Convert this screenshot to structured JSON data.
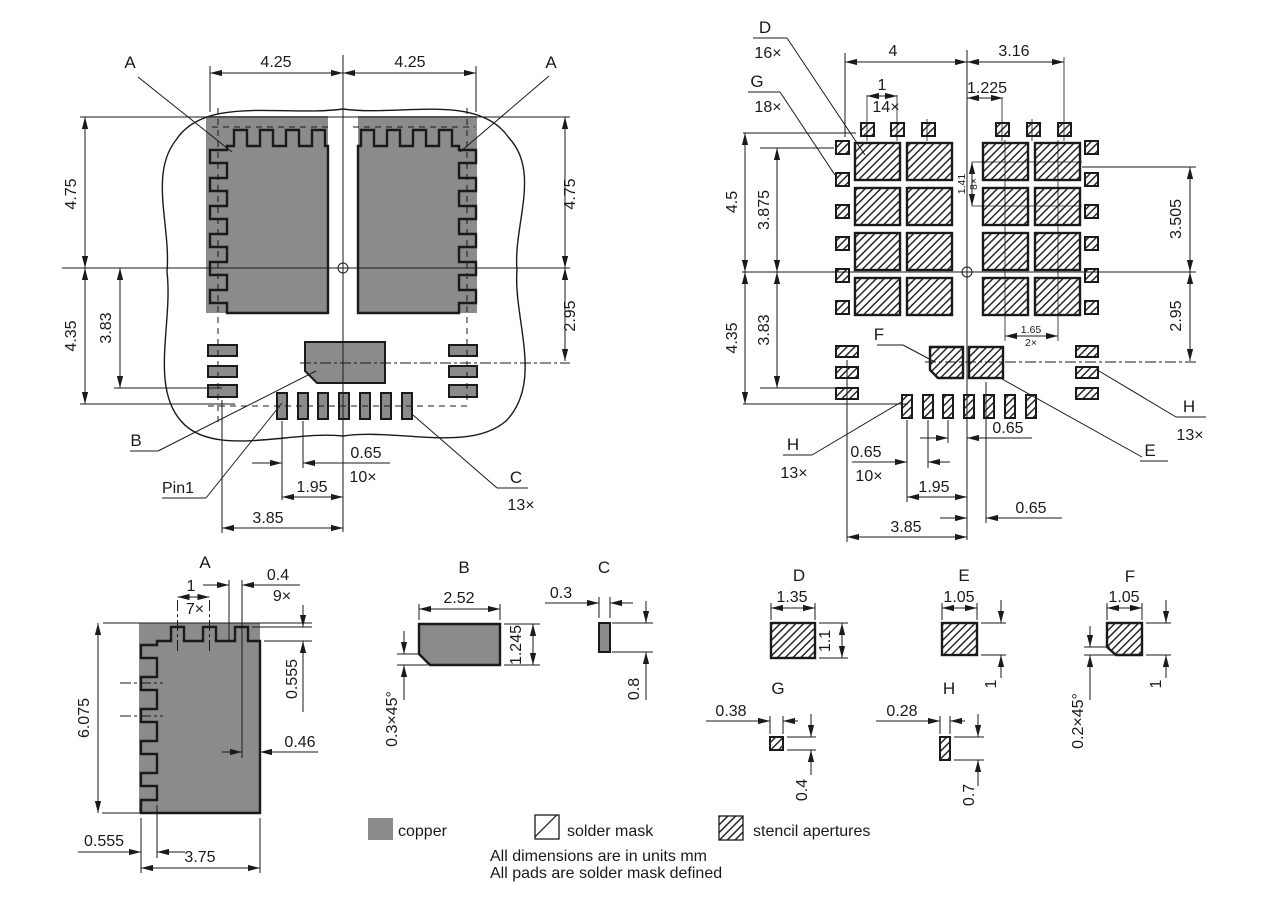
{
  "colors": {
    "copper": "#8b8b8b",
    "line": "#1a1a1a",
    "background": "#ffffff"
  },
  "left_view": {
    "label_a_left": "A",
    "label_a_right": "A",
    "dim_top_left": "4.25",
    "dim_top_right": "4.25",
    "dim_right_upper": "4.75",
    "dim_right_lower": "2.95",
    "dim_left_upper": "4.75",
    "dim_left_lower": "4.35",
    "dim_left_inner": "3.83",
    "label_b": "B",
    "label_pin1": "Pin1",
    "label_c": "C",
    "count_c": "13×",
    "dim_pitch": "0.65",
    "count_pitch": "10×",
    "dim_195": "1.95",
    "dim_385": "3.85"
  },
  "right_view": {
    "label_d": "D",
    "count_d": "16×",
    "label_g": "G",
    "count_g": "18×",
    "dim_top_left": "4",
    "dim_top_right": "3.16",
    "dim_1": "1",
    "count_14": "14×",
    "dim_1225": "1.225",
    "dim_left_outer_up": "4.5",
    "dim_left_inner_up": "3.875",
    "dim_left_outer_dn": "4.35",
    "dim_left_inner_dn": "3.83",
    "dim_right_up": "3.505",
    "dim_right_dn": "2.95",
    "dim_row_pitch": "1.41",
    "count_row_pitch": "8×",
    "dim_col_pitch": "1.65",
    "count_col_pitch": "2×",
    "label_f": "F",
    "label_e": "E",
    "label_h_left": "H",
    "count_h_left": "13×",
    "label_h_right": "H",
    "count_h_right": "13×",
    "dim_center_offset": "0.65",
    "dim_pitch": "0.65",
    "count_pitch": "10×",
    "dim_195": "1.95",
    "dim_385": "3.85",
    "dim_e_offset": "0.65"
  },
  "details": {
    "a": {
      "title": "A",
      "dim_pitch": "1",
      "count_pitch": "7×",
      "dim_tooth": "0.4",
      "count_tooth": "9×",
      "dim_notch": "0.555",
      "dim_inset": "0.46",
      "dim_height": "6.075",
      "dim_notch_b": "0.555",
      "dim_width": "3.75"
    },
    "b": {
      "title": "B",
      "dim_width": "2.52",
      "dim_height": "1.245",
      "dim_chamfer": "0.3×45°"
    },
    "c": {
      "title": "C",
      "dim_width": "0.3",
      "dim_height": "0.8"
    },
    "d": {
      "title": "D",
      "dim_width": "1.35",
      "dim_height": "1.1"
    },
    "e": {
      "title": "E",
      "dim_width": "1.05",
      "dim_height": "1"
    },
    "f": {
      "title": "F",
      "dim_width": "1.05",
      "dim_height": "1",
      "dim_chamfer": "0.2×45°"
    },
    "g": {
      "title": "G",
      "dim_width": "0.38",
      "dim_height": "0.4"
    },
    "h": {
      "title": "H",
      "dim_width": "0.28",
      "dim_height": "0.7"
    }
  },
  "legend": {
    "copper": "copper",
    "solder_mask": "solder mask",
    "stencil": "stencil apertures"
  },
  "notes": {
    "line1": "All dimensions are in units mm",
    "line2": "All pads are solder mask defined"
  }
}
